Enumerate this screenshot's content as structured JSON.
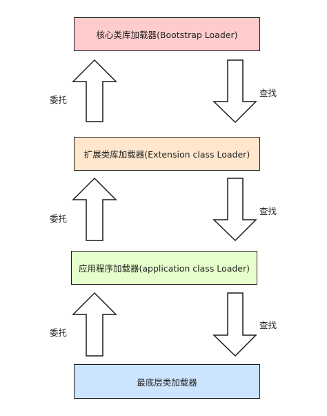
{
  "boxes": [
    {
      "label": "核心类库加载器(Bootstrap Loader)",
      "color": "#ffcccc"
    },
    {
      "label": "扩展类库加载器(Extension class Loader)",
      "color": "#ffe6cc"
    },
    {
      "label": "应用程序加载器(application class Loader)",
      "color": "#e6ffcc"
    },
    {
      "label": "最底层类加载器",
      "color": "#cce5ff"
    }
  ],
  "links": [
    {
      "up_label": "委托",
      "down_label": "查找"
    },
    {
      "up_label": "委托",
      "down_label": "查找"
    },
    {
      "up_label": "委托",
      "down_label": "查找"
    }
  ]
}
